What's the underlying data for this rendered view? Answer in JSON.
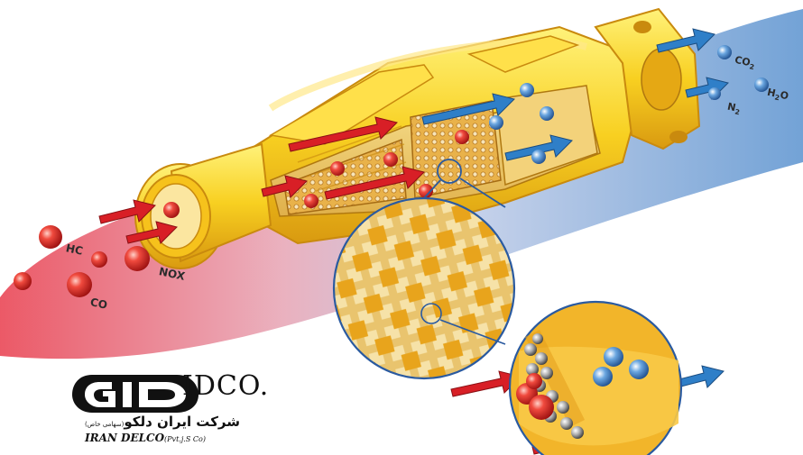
{
  "reactants": {
    "hc": "HC",
    "nox": "NOX",
    "co": "CO"
  },
  "products": {
    "co2_base": "CO",
    "co2_sub": "2",
    "h2o_base": "H",
    "h2o_sub": "2",
    "h2o_tail": "O",
    "n2_base": "N",
    "n2_sub": "2"
  },
  "logo": {
    "name": "IDCO.",
    "persian_name": "شرکت ایران دلکو",
    "persian_small": "(سهامی خاص)",
    "english_name": "IRAN DELCO",
    "english_suffix": "(Pvt.j.S Co)"
  },
  "colors": {
    "reactant_glow": "#e04050",
    "product_glow": "#4c88c8",
    "converter_body": "#f4c21a",
    "red_arrow": "#d81f26",
    "blue_arrow": "#2f7fc8"
  }
}
